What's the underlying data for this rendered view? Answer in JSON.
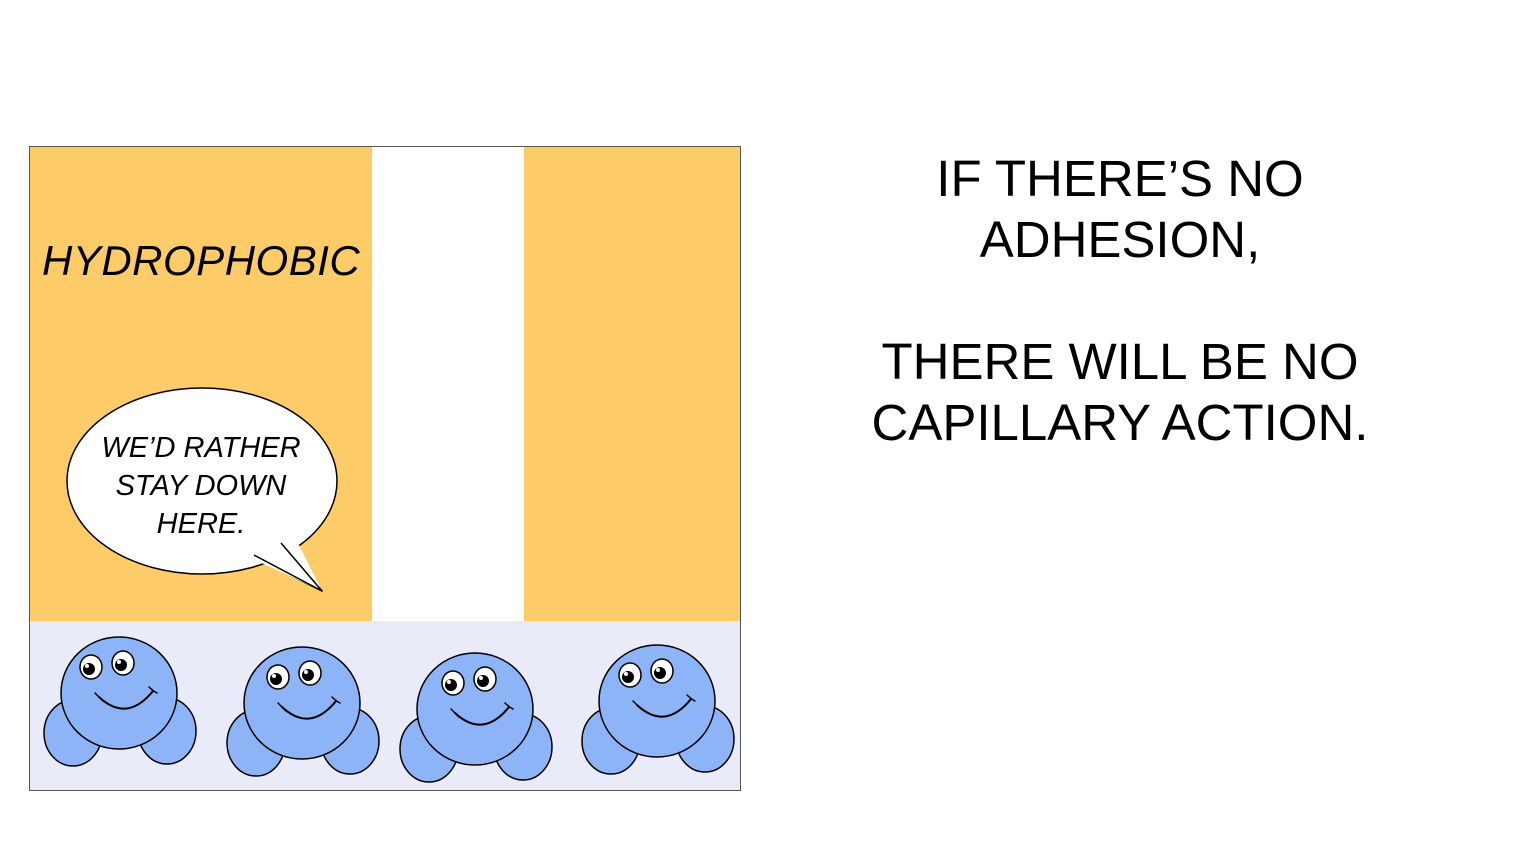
{
  "diagram": {
    "wall_label": "HYDROPHOBIC",
    "speech_bubble": [
      "WE’D RATHER",
      "STAY DOWN",
      "HERE."
    ],
    "molecule_count": 4,
    "colors": {
      "wall": "#FDCB68",
      "water": "#E9ECF8",
      "molecule_fill": "#8EB4F8",
      "outline": "#000000",
      "bubble_fill": "#FFFFFF"
    }
  },
  "caption": {
    "line1": "IF THERE’S NO",
    "line2": "ADHESION,",
    "line3": "THERE WILL BE NO",
    "line4": "CAPILLARY ACTION."
  }
}
